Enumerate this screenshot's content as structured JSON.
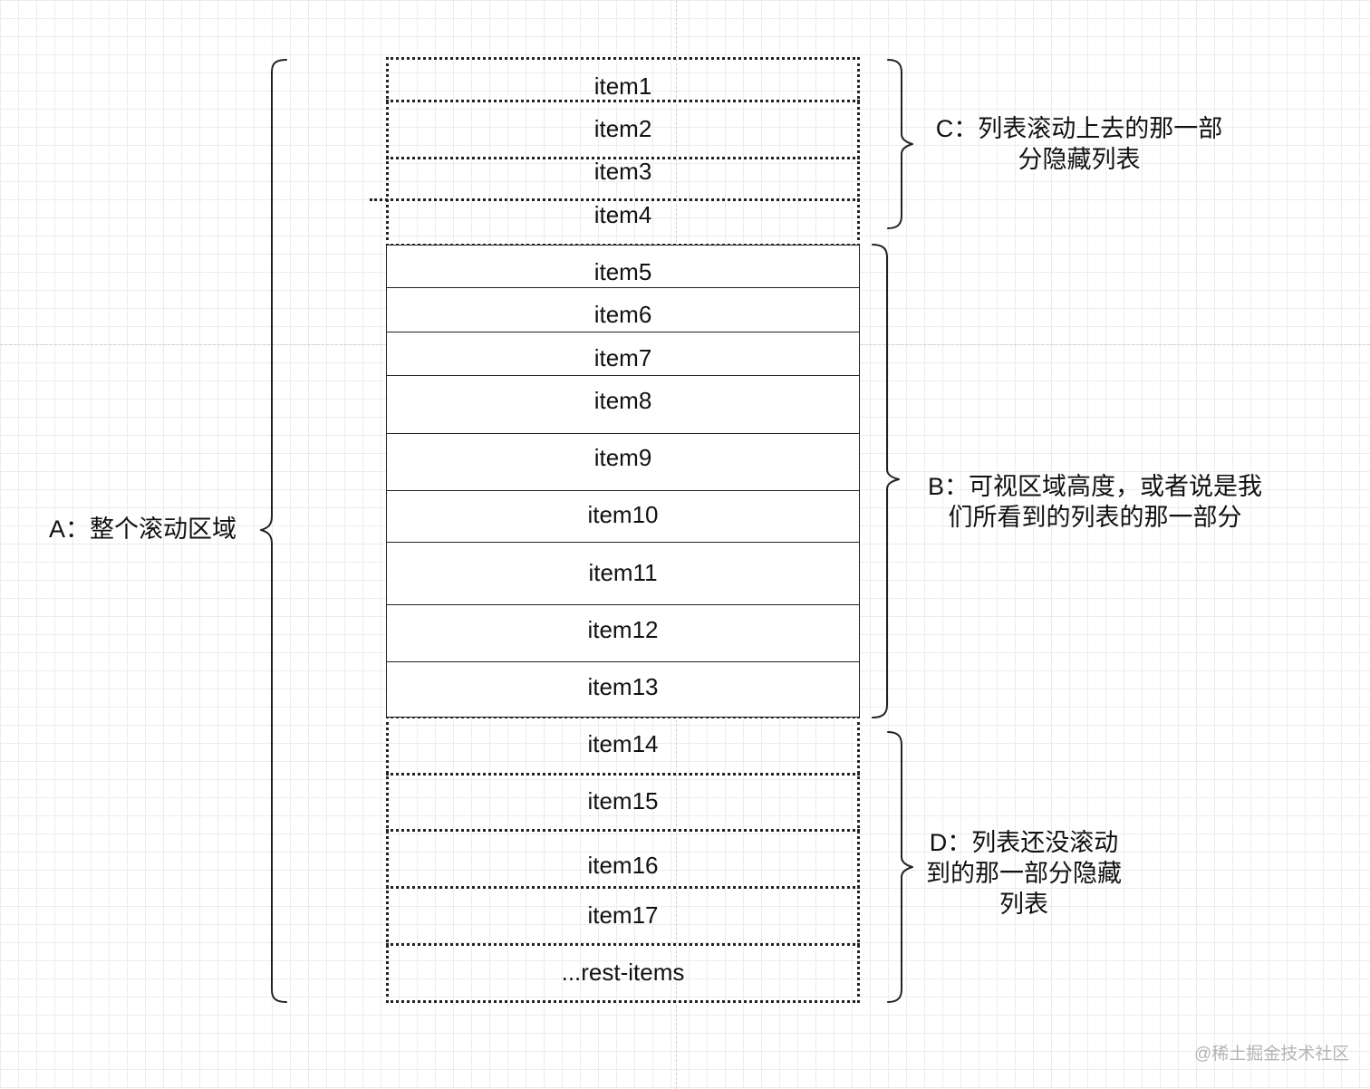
{
  "items": {
    "c": [
      "item1",
      "item2",
      "item3",
      "item4"
    ],
    "b": [
      "item5",
      "item6",
      "item7",
      "item8",
      "item9",
      "item10",
      "item11",
      "item12",
      "item13"
    ],
    "d": [
      "item14",
      "item15",
      "item16",
      "item17",
      "...rest-items"
    ]
  },
  "annotations": {
    "a": {
      "line1": "A：整个滚动区域"
    },
    "b": {
      "line1": "B：可视区域高度，或者说是我",
      "line2": "们所看到的列表的那一部分"
    },
    "c": {
      "line1": "C：列表滚动上去的那一部",
      "line2": "分隐藏列表"
    },
    "d": {
      "line1": "D：列表还没滚动",
      "line2": "到的那一部分隐藏",
      "line3": "列表"
    }
  },
  "watermark": "@稀土掘金技术社区"
}
